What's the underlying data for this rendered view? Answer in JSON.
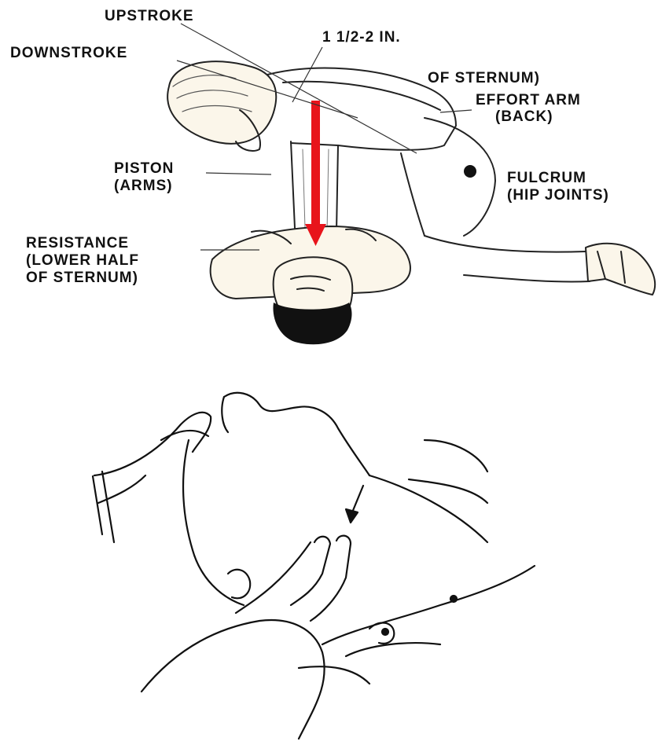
{
  "top_figure": {
    "labels": {
      "upstroke": "UPSTROKE",
      "depth": "1 1/2-2 IN.",
      "downstroke": "DOWNSTROKE",
      "of_sternum": "OF STERNUM)",
      "effort_arm": "EFFORT ARM",
      "effort_arm_sub": "(BACK)",
      "piston": "PISTON",
      "piston_sub": "(ARMS)",
      "fulcrum": "FULCRUM",
      "fulcrum_sub": "(HIP JOINTS)",
      "resistance": "RESISTANCE",
      "resistance_sub1": "(LOWER HALF",
      "resistance_sub2": "OF STERNUM)"
    },
    "colors": {
      "compression_arrow": "#e8141b",
      "ink": "#111111",
      "skin": "#fbf6ea"
    }
  },
  "bottom_figure": {
    "colors": {
      "ink": "#111111"
    }
  }
}
